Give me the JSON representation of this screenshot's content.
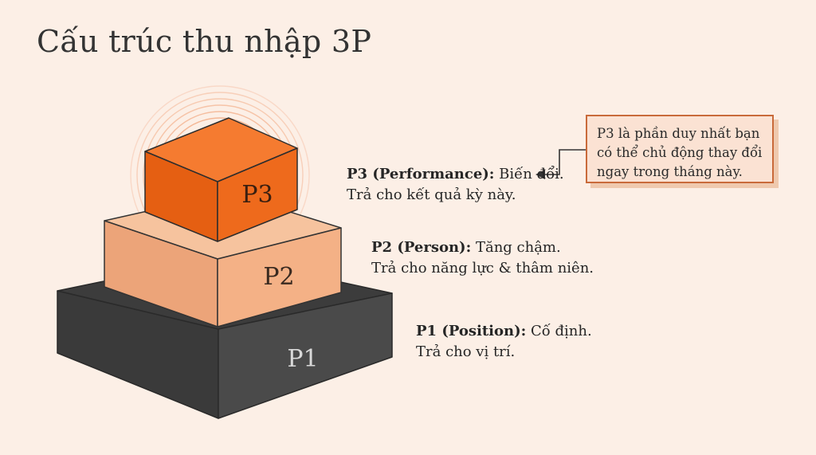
{
  "title": "Cấu trúc thu nhập 3P",
  "blocks": [
    {
      "id": "p3",
      "label": "P3",
      "color": "#ee6a1c"
    },
    {
      "id": "p2",
      "label": "P2",
      "color": "#f4b186"
    },
    {
      "id": "p1",
      "label": "P1",
      "color": "#454545"
    }
  ],
  "labels": {
    "p3": {
      "name": "P3 (Performance):",
      "desc": "Biến đổi.",
      "line2": "Trả cho kết quả kỳ này."
    },
    "p2": {
      "name": "P2 (Person):",
      "desc": "Tăng chậm.",
      "line2": "Trả cho năng lực & thâm niên."
    },
    "p1": {
      "name": "P1 (Position):",
      "desc": "Cố định.",
      "line2": "Trả cho vị trí."
    }
  },
  "callout": {
    "lines": [
      "P3 là phần duy nhất bạn",
      "có thể chủ động thay đổi",
      "ngay trong tháng này."
    ]
  },
  "colors": {
    "background": "#fcefe6",
    "accent": "#ee6a1c",
    "callout_border": "#c96a3a"
  }
}
